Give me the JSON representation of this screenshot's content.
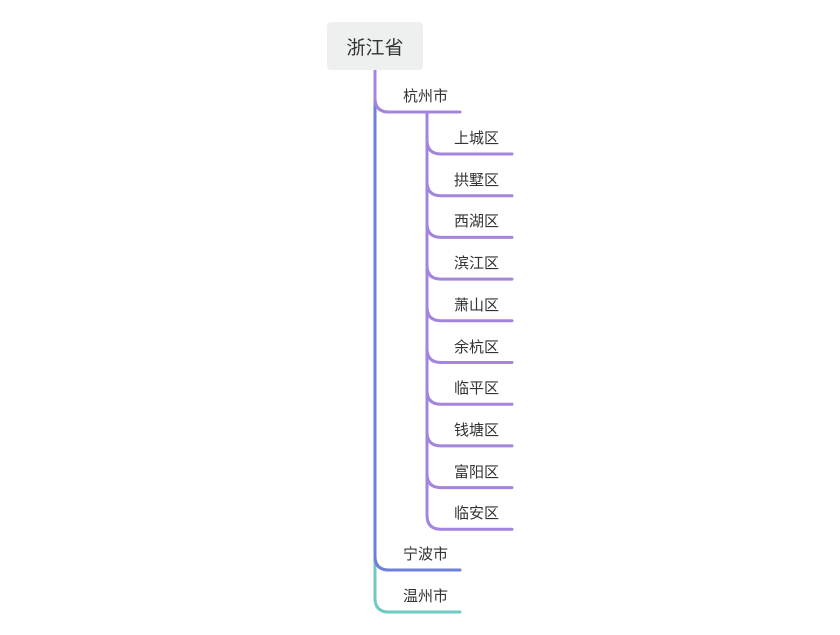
{
  "root": {
    "label": "浙江省"
  },
  "colors": {
    "hangzhou": "#a385dd",
    "ningbo": "#6d7fd8",
    "wenzhou": "#6ecbc3"
  },
  "children": [
    {
      "label": "杭州市",
      "color_key": "hangzhou",
      "children": [
        {
          "label": "上城区"
        },
        {
          "label": "拱墅区"
        },
        {
          "label": "西湖区"
        },
        {
          "label": "滨江区"
        },
        {
          "label": "萧山区"
        },
        {
          "label": "余杭区"
        },
        {
          "label": "临平区"
        },
        {
          "label": "钱塘区"
        },
        {
          "label": "富阳区"
        },
        {
          "label": "临安区"
        }
      ]
    },
    {
      "label": "宁波市",
      "color_key": "ningbo",
      "children": []
    },
    {
      "label": "温州市",
      "color_key": "wenzhou",
      "children": []
    }
  ]
}
